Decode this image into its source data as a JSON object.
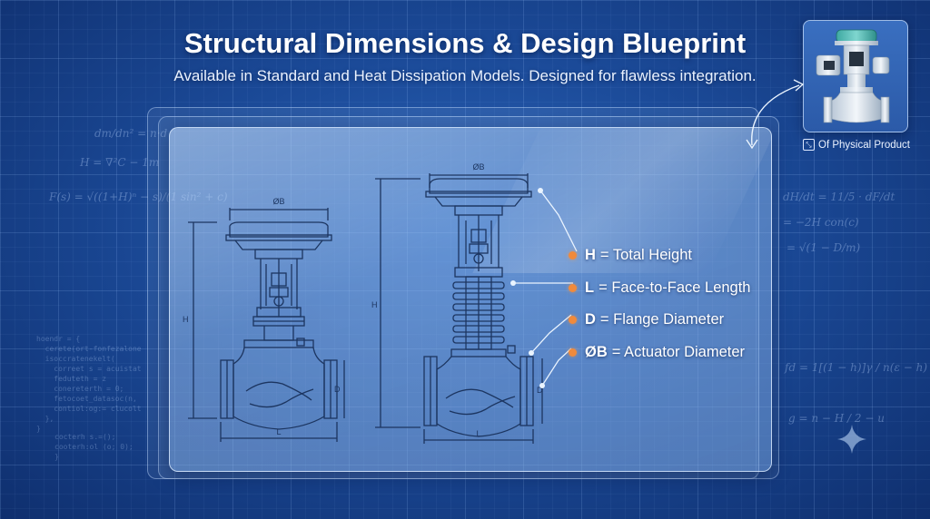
{
  "header": {
    "title": "Structural Dimensions & Design Blueprint",
    "subtitle": "Available in Standard and Heat Dissipation Models. Designed for flawless integration."
  },
  "legend": [
    {
      "symbol": "H",
      "label": "= Total Height"
    },
    {
      "symbol": "L",
      "label": "= Face-to-Face Length"
    },
    {
      "symbol": "D",
      "label": "= Flange Diameter"
    },
    {
      "symbol": "ØB",
      "label": "= Actuator Diameter"
    }
  ],
  "drawing_labels": {
    "actuator_diameter": "ØB",
    "height": "H",
    "length": "L",
    "flange": "D"
  },
  "product_card": {
    "caption": "Of Physical Product",
    "caption_icon": "expand-icon"
  },
  "colors": {
    "background": "#1b4a98",
    "accent_dot": "#f08a3c",
    "line": "#1c3560"
  }
}
